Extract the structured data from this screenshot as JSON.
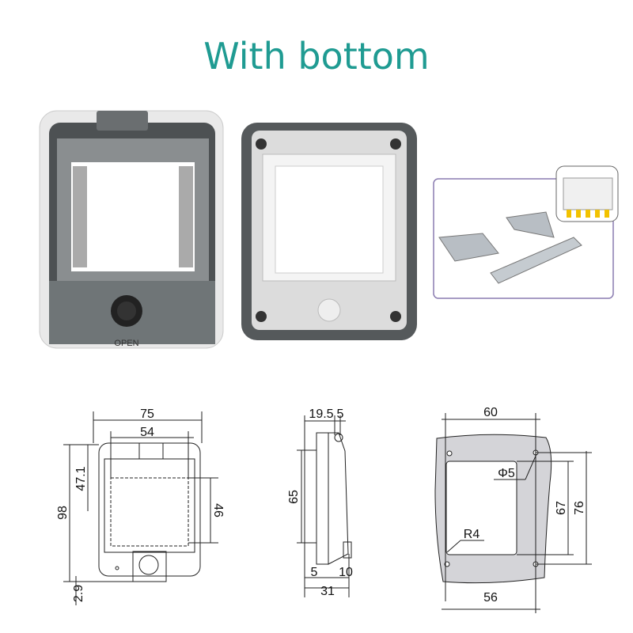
{
  "title": "With bottom",
  "photos": {
    "front_cover_label": "OPEN"
  },
  "drawings": {
    "front": {
      "width_outer": "75",
      "width_inner": "54",
      "height_total": "98",
      "height_upper": "47.1",
      "height_window": "46",
      "bottom_offset": "2.9"
    },
    "side": {
      "top_a": "19.5",
      "top_b": "5",
      "height": "65",
      "bottom_a": "5",
      "bottom_b": "10",
      "depth": "31"
    },
    "mount": {
      "width_top": "60",
      "hole_diameter": "Φ5",
      "height_inner": "67",
      "height_outer": "76",
      "corner_radius": "R4",
      "width_bottom": "56"
    }
  },
  "colors": {
    "title": "#1f9b92",
    "accessory_border": "#8a7bb0"
  }
}
